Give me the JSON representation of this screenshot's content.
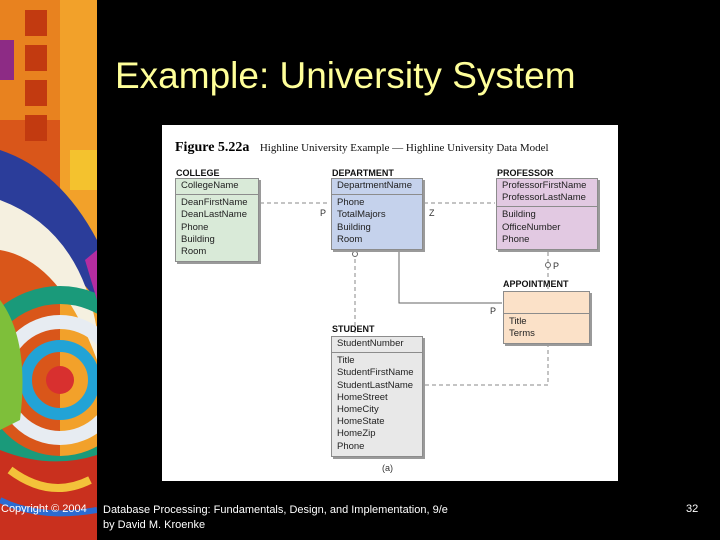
{
  "slide": {
    "title": "Example: University System",
    "page_number": "32"
  },
  "figure": {
    "number": "Figure 5.22a",
    "caption": "Highline University Example — Highline University Data Model",
    "sublabel": "(a)",
    "entities": {
      "college": {
        "name": "COLLEGE",
        "key": [
          "CollegeName"
        ],
        "attributes": [
          "DeanFirstName",
          "DeanLastName",
          "Phone",
          "Building",
          "Room"
        ]
      },
      "department": {
        "name": "DEPARTMENT",
        "key": [
          "DepartmentName"
        ],
        "attributes": [
          "Phone",
          "TotalMajors",
          "Building",
          "Room"
        ]
      },
      "professor": {
        "name": "PROFESSOR",
        "key": [
          "ProfessorFirstName",
          "ProfessorLastName"
        ],
        "attributes": [
          "Building",
          "OfficeNumber",
          "Phone"
        ]
      },
      "appointment": {
        "name": "APPOINTMENT",
        "key": [],
        "attributes": [
          "Title",
          "Terms"
        ]
      },
      "student": {
        "name": "STUDENT",
        "key": [
          "StudentNumber"
        ],
        "attributes": [
          "Title",
          "StudentFirstName",
          "StudentLastName",
          "HomeStreet",
          "HomeCity",
          "HomeState",
          "HomeZip",
          "Phone"
        ]
      }
    },
    "relationship_labels": {
      "college_department": "P",
      "department_professor": "Z",
      "professor_appointment": "P",
      "department_appointment": "P"
    }
  },
  "footer": {
    "copyright": "Copyright © 2004",
    "book_line1": "Database Processing: Fundamentals, Design, and Implementation, 9/e",
    "book_line2": "by David M. Kroenke"
  },
  "colors": {
    "title": "#ffff99",
    "college": "#d9ead8",
    "department": "#c5d2ec",
    "professor": "#e2c9e2",
    "appointment": "#fbe1c8",
    "student": "#e8e8e8"
  }
}
